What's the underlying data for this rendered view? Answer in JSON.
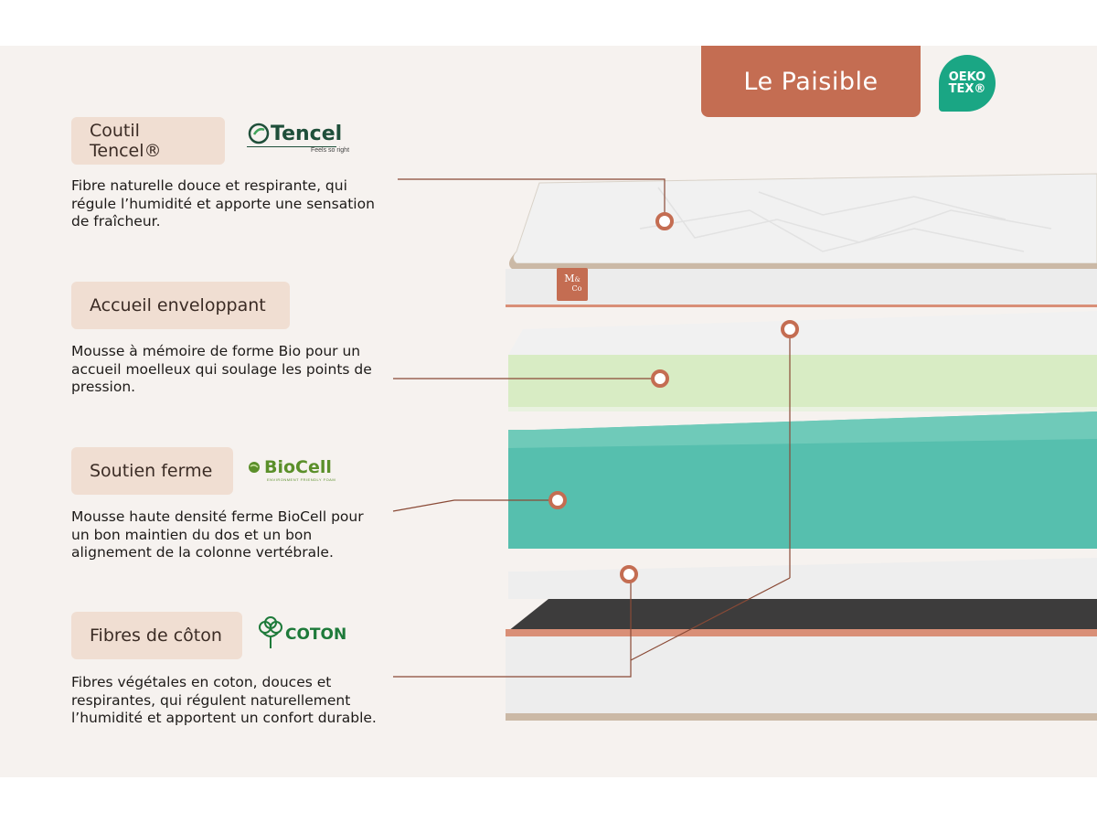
{
  "header": {
    "product_name": "Le Paisible",
    "certification": {
      "line1": "OEKO",
      "line2": "TEX®",
      "color": "#1aa684"
    }
  },
  "layers": [
    {
      "label": "Coutil Tencel®",
      "logo": {
        "name": "tencel-logo",
        "text": "Tencel",
        "tagline": "Feels so right"
      },
      "description": [
        "Fibre naturelle douce et respirante, qui",
        "régule l’humidité et apporte une sensation",
        "de fraîcheur."
      ]
    },
    {
      "label": "Accueil enveloppant",
      "description": [
        "Mousse à mémoire de forme Bio pour un",
        "accueil moelleux qui soulage les points de",
        "pression."
      ]
    },
    {
      "label": "Soutien ferme",
      "logo": {
        "name": "biocell-logo",
        "text": "BioCell",
        "tagline": "ENVIRONMENT FRIENDLY FOAM"
      },
      "description": [
        "Mousse haute densité ferme BioCell pour",
        "un bon maintien du dos et un bon",
        "alignement de la colonne vertébrale."
      ]
    },
    {
      "label": "Fibres de côton",
      "logo": {
        "name": "coton-logo",
        "text": "COTON"
      },
      "description": [
        "Fibres végétales en coton, douces et",
        "respirantes, qui régulent naturellement",
        "l’humidité et apportent un confort durable."
      ]
    }
  ],
  "brand_tag": {
    "line1": "M",
    "line2": "&",
    "line3": "Co"
  },
  "colors": {
    "accent": "#c46d52",
    "pill_background": "#f0ded2",
    "memory_foam": "#d6ecc1",
    "support_foam": "#52bdaa",
    "bottom_dark": "#3a3a3a"
  }
}
